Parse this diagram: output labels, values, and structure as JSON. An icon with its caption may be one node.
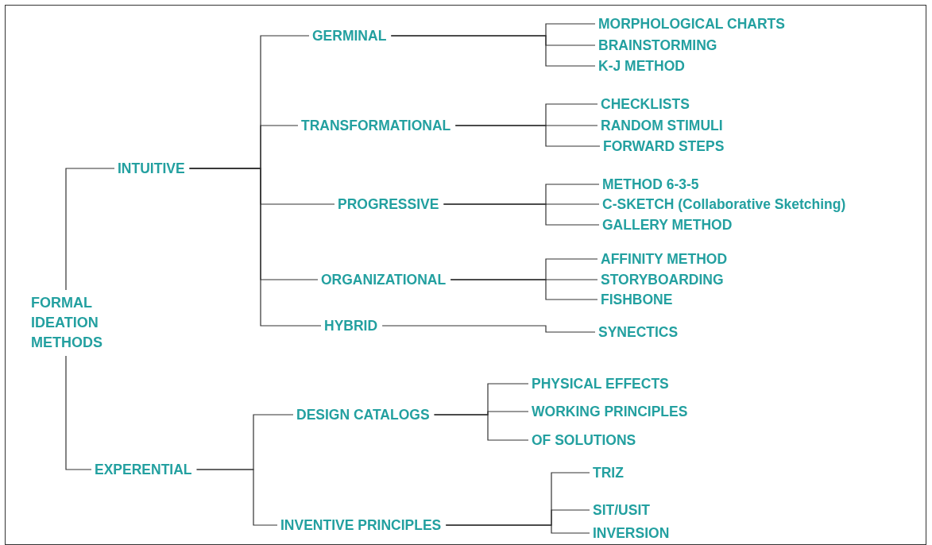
{
  "diagram": {
    "nodes": [
      {
        "text": [
          "FORMAL IDEATION METHODS"
        ]
      },
      {
        "text": [
          "INTUITIVE"
        ]
      },
      {
        "text": [
          "GERMINAL"
        ]
      },
      {
        "text": [
          "MORPHOLOGICAL CHARTS"
        ]
      },
      {
        "text": [
          "BRAINSTORMING"
        ]
      },
      {
        "text": [
          "K-J METHOD"
        ]
      },
      {
        "text": [
          "TRANSFORMATIONAL"
        ]
      },
      {
        "text": [
          "CHECKLISTS"
        ]
      },
      {
        "text": [
          "RANDOM STIMULI"
        ]
      },
      {
        "text": [
          "FORWARD STEPS"
        ]
      },
      {
        "text": [
          "PROGRESSIVE"
        ]
      },
      {
        "text": [
          "METHOD 6-3-5"
        ]
      },
      {
        "text": [
          "C-SKETCH (Collaborative Sketching)"
        ]
      },
      {
        "text": [
          "GALLERY METHOD"
        ]
      },
      {
        "text": [
          "ORGANIZATIONAL"
        ]
      },
      {
        "text": [
          "AFFINITY METHOD"
        ]
      },
      {
        "text": [
          "STORYBOARDING"
        ]
      },
      {
        "text": [
          "FISHBONE"
        ]
      },
      {
        "text": [
          "HYBRID"
        ]
      },
      {
        "text": [
          "SYNECTICS"
        ]
      },
      {
        "text": [
          "EXPERENTIAL"
        ]
      },
      {
        "text": [
          "DESIGN CATALOGS"
        ]
      },
      {
        "text": [
          "PHYSICAL EFFECTS"
        ]
      },
      {
        "text": [
          "WORKING PRINCIPLES"
        ]
      },
      {
        "text": [
          "OF SOLUTIONS"
        ]
      },
      {
        "text": [
          "INVENTIVE PRINCIPLES"
        ]
      },
      {
        "text": [
          "TRIZ"
        ]
      },
      {
        "text": [
          "SIT/USIT"
        ]
      },
      {
        "text": [
          "INVERSION"
        ]
      }
    ],
    "edges": [
      {
        "from": 0,
        "to": 1,
        "arrow": "none"
      },
      {
        "from": 0,
        "to": 20,
        "arrow": "none"
      },
      {
        "from": 1,
        "to": 2,
        "arrow": "none"
      },
      {
        "from": 1,
        "to": 6,
        "arrow": "none"
      },
      {
        "from": 1,
        "to": 10,
        "arrow": "none"
      },
      {
        "from": 1,
        "to": 14,
        "arrow": "none"
      },
      {
        "from": 1,
        "to": 18,
        "arrow": "none"
      },
      {
        "from": 2,
        "to": 3,
        "arrow": "none"
      },
      {
        "from": 2,
        "to": 4,
        "arrow": "none"
      },
      {
        "from": 2,
        "to": 5,
        "arrow": "none"
      },
      {
        "from": 6,
        "to": 7,
        "arrow": "none"
      },
      {
        "from": 6,
        "to": 8,
        "arrow": "none"
      },
      {
        "from": 6,
        "to": 9,
        "arrow": "none"
      },
      {
        "from": 10,
        "to": 11,
        "arrow": "none"
      },
      {
        "from": 10,
        "to": 12,
        "arrow": "none"
      },
      {
        "from": 10,
        "to": 13,
        "arrow": "none"
      },
      {
        "from": 14,
        "to": 15,
        "arrow": "none"
      },
      {
        "from": 14,
        "to": 16,
        "arrow": "none"
      },
      {
        "from": 14,
        "to": 17,
        "arrow": "none"
      },
      {
        "from": 18,
        "to": 19,
        "arrow": "none"
      },
      {
        "from": 20,
        "to": 21,
        "arrow": "none"
      },
      {
        "from": 20,
        "to": 25,
        "arrow": "none"
      },
      {
        "from": 21,
        "to": 22,
        "arrow": "none"
      },
      {
        "from": 21,
        "to": 23,
        "arrow": "none"
      },
      {
        "from": 21,
        "to": 24,
        "arrow": "none"
      },
      {
        "from": 25,
        "to": 26,
        "arrow": "none"
      },
      {
        "from": 25,
        "to": 27,
        "arrow": "none"
      },
      {
        "from": 25,
        "to": 28,
        "arrow": "none"
      }
    ]
  }
}
